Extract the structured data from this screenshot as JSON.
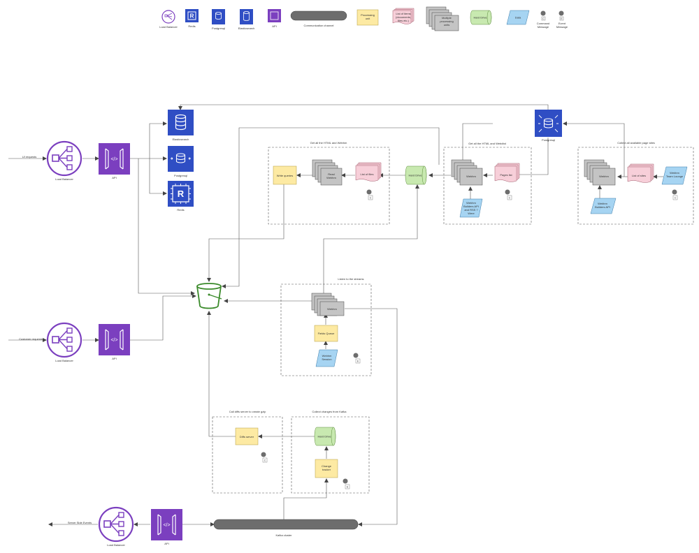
{
  "legend": {
    "load_balancer": "Load Balancer",
    "redis": "Redis",
    "postgresql": "Postgresql",
    "elasticsearch": "Elasticsearch",
    "api": "API",
    "communication_channel": "Communication channel",
    "processing_unit_line1": "Processing",
    "processing_unit_line2": "unit",
    "list_items_line1": "List of items",
    "list_items_line2": "(documents,",
    "list_items_line3": "files etc.)",
    "multiple_line1": "Multiple",
    "multiple_line2": "processing",
    "multiple_line3": "units",
    "hard_drive": "Hard Drive",
    "data": "Data",
    "command_letter": "C",
    "command_line1": "Command",
    "command_line2": "Message",
    "event_letter": "E",
    "event_line1": "Event",
    "event_line2": "Message"
  },
  "colors": {
    "aws_purple": "#7b3fbf",
    "aws_blue": "#2f4ec4",
    "processing": "#fdeaa3",
    "list": "#f7cfd9",
    "hard_drive": "#c8e9b0",
    "data": "#a6d4f2",
    "worker": "#c4c4c4",
    "s3_green": "#3a8a2a"
  },
  "diagram": {
    "lb_top_label": "Load Balancer",
    "lb_mid_label": "Load Balancer",
    "lb_bot_label": "Load Balancer",
    "api_top_label": "API",
    "api_mid_label": "API",
    "api_bot_label": "API",
    "incoming_top": "UI requests",
    "incoming_mid": "Customer requests",
    "outgoing_bot": "Server Side Events",
    "db_elastic": "Elasticsearch",
    "db_postgres": "Postgresql",
    "db_redis": "Redis",
    "db_postgres_right": "Postgresql",
    "kafka": "Kafka cluster",
    "group_get_html_title": "Get all the HTML and Webhm",
    "write_queries": "Write queries",
    "read_line1": "Read",
    "read_line2": "Webhm",
    "list_files": "List of files",
    "hard_drive_1": "Hard Drive",
    "group_get_all_title": "Get all the HTML and Webdbd",
    "webhm_1": "Webhm",
    "pages_list": "Pages list",
    "webhm_source_1": "Webhm",
    "webhm_source_2": "Builders API",
    "webhm_source_3": "and RSS ?",
    "webhm_source_4": "Were",
    "group_collect_title": "Collect all available page sites",
    "webhm_2": "Webhm",
    "list_sites": "List of sites",
    "sites_data_1": "Webhm",
    "sites_data_2": "Team Lounge",
    "builders_api_1": "Webhm",
    "builders_api_2": "Builders API",
    "group_listen_title": "Listen to the streams",
    "webhm_3": "Webhm",
    "fields_queue": "Fields Queue",
    "webhm_session_1": "Webhm",
    "webhm_session_2": "Session",
    "group_diffs_title": "Call diffs server to create gzip",
    "diffs_server": "Diffs server",
    "group_kafka_title": "Collect changes from Kafka",
    "hard_drive_2": "Hard Drive",
    "change_line1": "Change",
    "change_line2": "tracker",
    "msg_c": "C",
    "msg_e": "E"
  }
}
